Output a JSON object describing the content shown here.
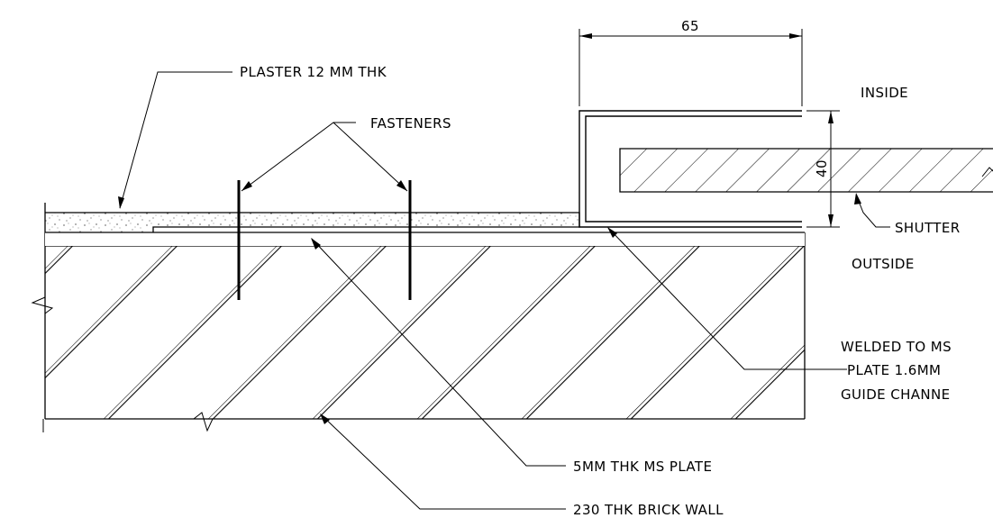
{
  "labels": {
    "plaster": "PLASTER 12 MM THK",
    "fasteners": "FASTENERS",
    "inside": "INSIDE",
    "outside": "OUTSIDE",
    "shutter": "SHUTTER",
    "welded_line1": "WELDED TO MS",
    "welded_line2": "PLATE 1.6MM",
    "welded_line3": "GUIDE CHANNE",
    "ms_plate": "5MM THK MS PLATE",
    "brick_wall": "230 THK BRICK WALL"
  },
  "dimensions": {
    "width": "65",
    "height": "40"
  }
}
